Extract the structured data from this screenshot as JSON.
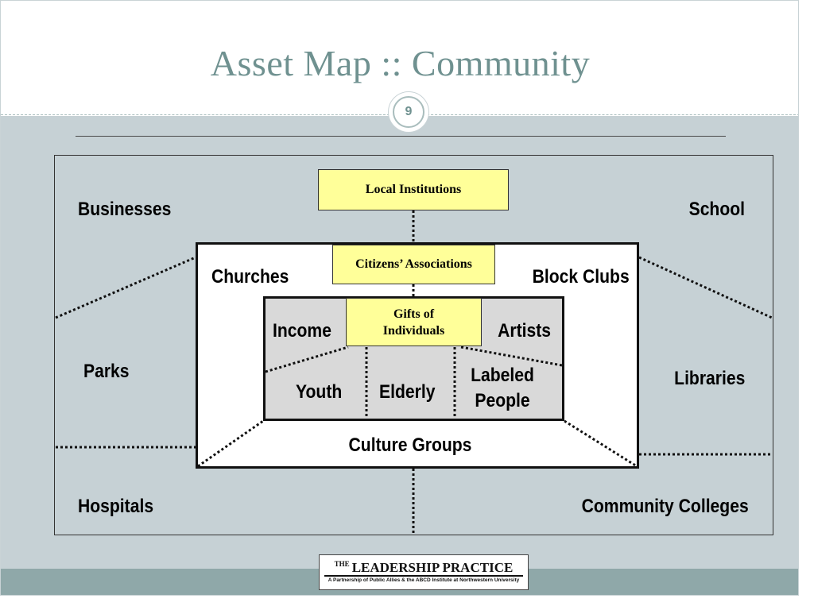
{
  "slide": {
    "title": "Asset Map :: Community",
    "page_number": "9"
  },
  "diagram": {
    "outer_labels": {
      "businesses": "Businesses",
      "school": "School",
      "parks": "Parks",
      "libraries": "Libraries",
      "hospitals": "Hospitals",
      "community_colleges": "Community Colleges"
    },
    "middle_labels": {
      "churches": "Churches",
      "block_clubs": "Block Clubs",
      "culture_groups": "Culture Groups"
    },
    "inner_labels": {
      "income": "Income",
      "artists": "Artists",
      "youth": "Youth",
      "elderly": "Elderly",
      "labeled_people_line1": "Labeled",
      "labeled_people_line2": "People"
    },
    "boxes": {
      "local_institutions": "Local Institutions",
      "citizens_associations": "Citizens’ Associations",
      "gifts_line1": "Gifts of",
      "gifts_line2": "Individuals"
    }
  },
  "logo": {
    "the": "THE",
    "name": "LEADERSHIP PRACTICE",
    "tagline": "A Partnership of Public Allies & the ABCD Institute at Northwestern University"
  },
  "colors": {
    "title": "#6f9190",
    "body_background": "#c6d1d5",
    "footer_band": "#8fa8a9",
    "highlight_box": "#ffff99",
    "inner_box": "#d9d9d9"
  }
}
